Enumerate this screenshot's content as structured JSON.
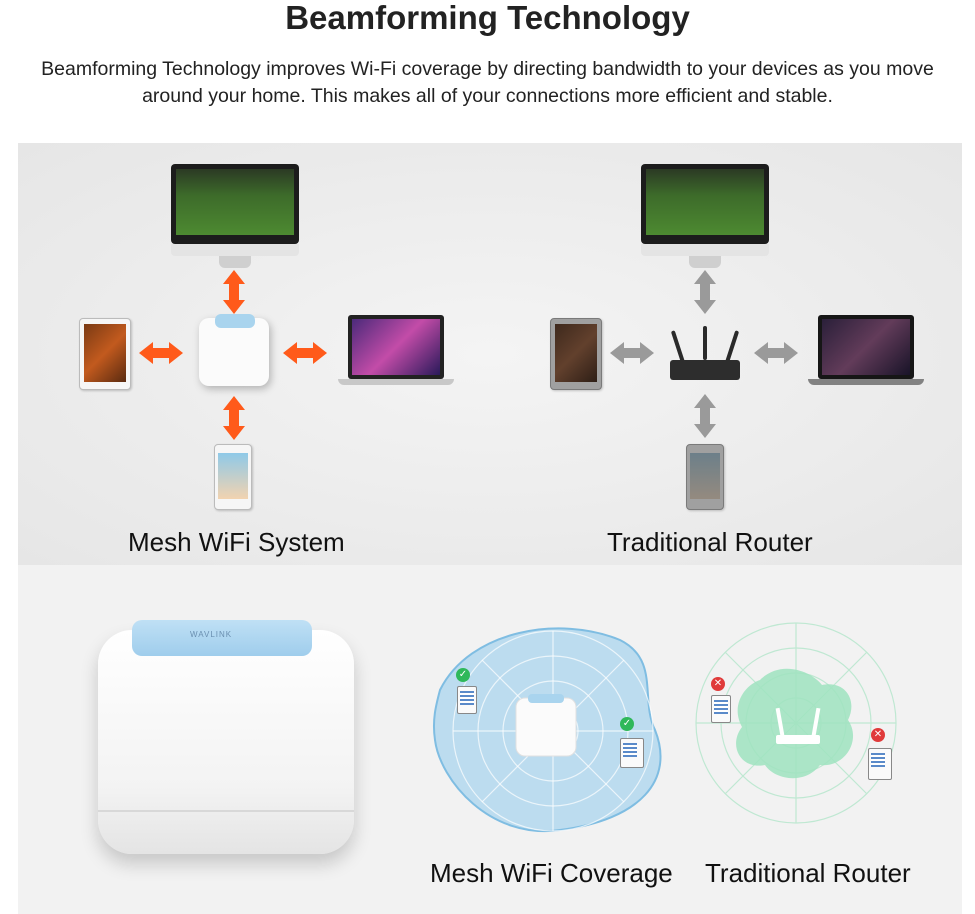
{
  "header": {
    "title": "Beamforming Technology",
    "description": "Beamforming Technology improves Wi-Fi coverage by directing bandwidth to your devices as you move around your home. This makes all of your connections more efficient and stable."
  },
  "diagram": {
    "left_caption": "Mesh WiFi System",
    "right_caption": "Traditional Router",
    "colors": {
      "mesh_arrow": "#ff5a1a",
      "router_arrow": "#9a9a9a",
      "mesh_coverage": "#a9d4ee",
      "router_coverage": "#9fe3bf"
    }
  },
  "coverage": {
    "left_caption": "Mesh WiFi Coverage",
    "right_caption": "Traditional Router",
    "brand_text": "WAVLINK"
  },
  "icons": {
    "ok": "✓",
    "fail": "✕"
  }
}
